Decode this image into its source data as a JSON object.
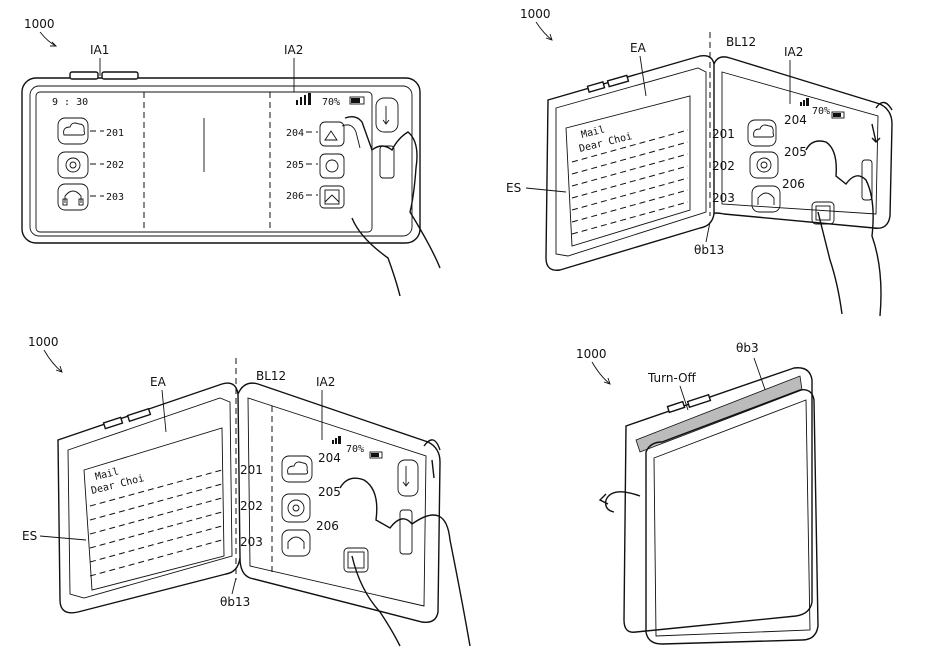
{
  "figures": [
    {
      "ref": "1000",
      "labels": {
        "ia1": "IA1",
        "ia2": "IA2",
        "time": "9 : 30",
        "battery": "70%"
      },
      "icons": [
        {
          "ref": "201",
          "icon": "cloud-icon"
        },
        {
          "ref": "202",
          "icon": "camera-icon"
        },
        {
          "ref": "203",
          "icon": "headphones-icon"
        },
        {
          "ref": "204",
          "icon": "image-icon"
        },
        {
          "ref": "205",
          "icon": "camera-icon"
        },
        {
          "ref": "206",
          "icon": "picture-icon"
        }
      ]
    },
    {
      "ref": "1000",
      "labels": {
        "ea": "EA",
        "bl": "BL12",
        "ia2": "IA2",
        "es": "ES",
        "angle": "θb13",
        "battery": "70%",
        "mail": "Mail",
        "greeting": "Dear Choi"
      },
      "icons": [
        {
          "ref": "201",
          "icon": "cloud-icon"
        },
        {
          "ref": "202",
          "icon": "camera-icon"
        },
        {
          "ref": "203",
          "icon": "headphones-icon"
        },
        {
          "ref": "204",
          "icon": "image-icon"
        },
        {
          "ref": "205",
          "icon": "camera-icon"
        },
        {
          "ref": "206",
          "icon": "picture-icon"
        }
      ]
    },
    {
      "ref": "1000",
      "labels": {
        "ea": "EA",
        "bl": "BL12",
        "ia2": "IA2",
        "es": "ES",
        "angle": "θb13",
        "battery": "70%",
        "mail": "Mail",
        "greeting": "Dear Choi"
      },
      "icons": [
        {
          "ref": "201",
          "icon": "cloud-icon"
        },
        {
          "ref": "202",
          "icon": "camera-icon"
        },
        {
          "ref": "203",
          "icon": "headphones-icon"
        },
        {
          "ref": "204",
          "icon": "image-icon"
        },
        {
          "ref": "205",
          "icon": "camera-icon"
        },
        {
          "ref": "206",
          "icon": "picture-icon"
        }
      ]
    },
    {
      "ref": "1000",
      "labels": {
        "turnoff": "Turn-Off",
        "angle": "θb3"
      }
    }
  ]
}
